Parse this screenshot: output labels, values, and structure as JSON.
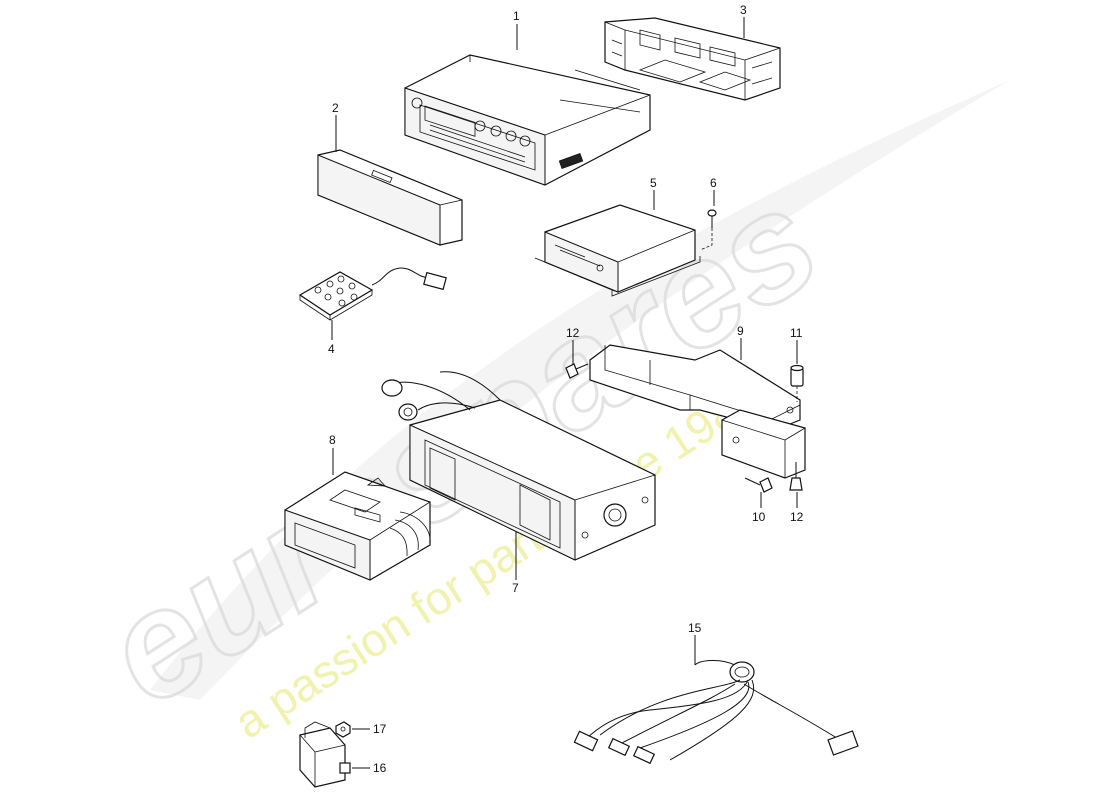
{
  "watermark": {
    "logo_text": "eurospares",
    "tagline": "a passion for parts since 1985"
  },
  "callouts": {
    "n1": "1",
    "n2": "2",
    "n3": "3",
    "n4": "4",
    "n5": "5",
    "n6": "6",
    "n7": "7",
    "n8": "8",
    "n9": "9",
    "n10": "10",
    "n11": "11",
    "n12a": "12",
    "n12b": "12",
    "n15": "15",
    "n16": "16",
    "n17": "17"
  }
}
